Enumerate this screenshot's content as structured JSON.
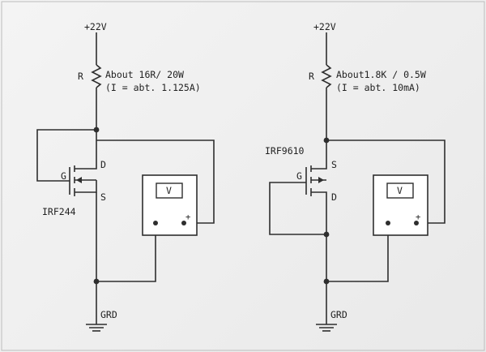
{
  "left": {
    "supply": "+22V",
    "resistor_label": "R",
    "resistor_value": "About 16R/ 20W",
    "current": "(I = abt. 1.125A)",
    "gate": "G",
    "drain": "D",
    "source": "S",
    "part": "IRF244",
    "meter": "V",
    "plus": "+",
    "ground": "GRD"
  },
  "right": {
    "supply": "+22V",
    "resistor_label": "R",
    "resistor_value": "About1.8K / 0.5W",
    "current": "(I = abt. 10mA)",
    "gate": "G",
    "source": "S",
    "drain": "D",
    "part": "IRF9610",
    "meter": "V",
    "plus": "+",
    "ground": "GRD"
  }
}
